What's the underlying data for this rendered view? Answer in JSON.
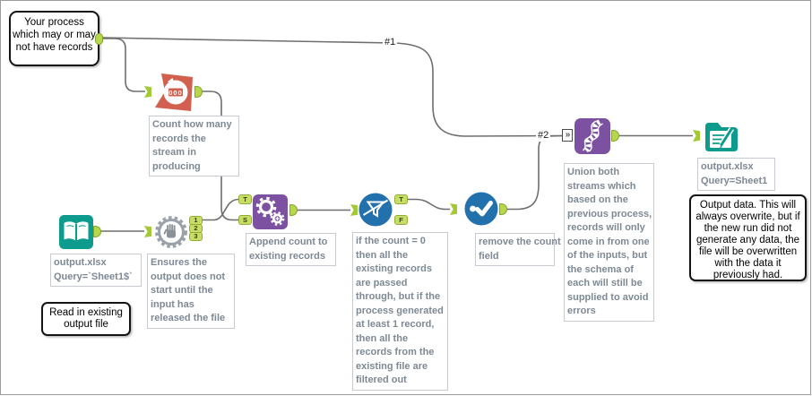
{
  "canvas": {
    "background": "#ffffff",
    "border_color": "#9b9b9b"
  },
  "colors": {
    "teal": "#0c9b8d",
    "orange": "#d2604e",
    "purple": "#7c51a1",
    "blue": "#2271ad",
    "anchor_green": "#b7d64b",
    "wire_gray": "#6e6e6e",
    "annotation_text": "#7e8994"
  },
  "connection_labels": {
    "first": "#1",
    "second": "#2"
  },
  "icons": {
    "union_multi_input": "»"
  },
  "comments": {
    "process": "Your process\nwhich may or may\nnot have records",
    "read_existing": "Read in existing\noutput file",
    "output_info": "Output data. This will\nalways overwrite, but if\nthe new run did not\ngenerate any data, the\nfile will be overwritten\nwith the data it\npreviously had."
  },
  "tools": {
    "input_data": {
      "annotation": "output.xlsx\nQuery=`Sheet1$`"
    },
    "block_until_done": {
      "annotation": "Ensures the\noutput does not\nstart until the\ninput has\nreleased the file",
      "out1": "1",
      "out2": "2",
      "out3": "3"
    },
    "count_records": {
      "counter": "000",
      "annotation": "Count how many\nrecords the\nstream in\nproducing"
    },
    "append_fields": {
      "target": "T",
      "source": "S",
      "annotation": "Append count to\nexisting records"
    },
    "filter": {
      "true_label": "T",
      "false_label": "F",
      "annotation": "if the count = 0\nthen all the\nexisting records\nare passed\nthrough, but if the\nprocess generated\nat least 1 record,\nthen all the\nrecords from the\nexisting file are\nfiltered out"
    },
    "select": {
      "annotation": "remove the count\nfield"
    },
    "union": {
      "annotation": "Union both\nstreams which\nbased on the\nprevious process,\nrecords will only\ncome in from one\nof the inputs, but\nthe schema of\neach will still be\nsupplied to avoid\nerrors"
    },
    "output_data": {
      "annotation": "output.xlsx\nQuery=Sheet1"
    }
  }
}
